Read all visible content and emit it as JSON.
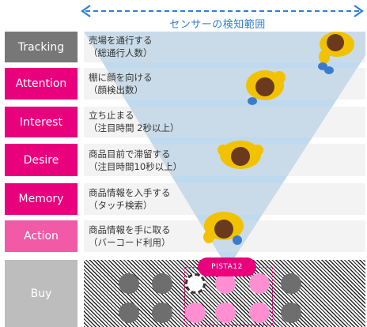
{
  "sensor_range": {
    "label": "センサーの検知範囲"
  },
  "stages": [
    {
      "key": "tracking",
      "label": "Tracking",
      "color": "#777777",
      "line1": "売場を通行する",
      "line2": "（総通行人数）"
    },
    {
      "key": "attention",
      "label": "Attention",
      "color": "#e8007d",
      "line1": "棚に顔を向ける",
      "line2": "（顔検出数）"
    },
    {
      "key": "interest",
      "label": "Interest",
      "color": "#e8007d",
      "line1": "立ち止まる",
      "line2": "（注目時間 2秒以上）"
    },
    {
      "key": "desire",
      "label": "Desire",
      "color": "#e8007d",
      "line1": "商品目前で滞留する",
      "line2": "（注目時間10秒以上）"
    },
    {
      "key": "memory",
      "label": "Memory",
      "color": "#e8007d",
      "line1": "商品情報を入手する",
      "line2": "（タッチ検索）"
    },
    {
      "key": "action",
      "label": "Action",
      "color": "#f25aa8",
      "line1": "商品情報を手に取る",
      "line2": "（バーコード利用）"
    },
    {
      "key": "buy",
      "label": "Buy",
      "color": "#bdbdbd"
    }
  ],
  "shelf": {
    "device_label": "PISTA12"
  },
  "colors": {
    "accent": "#e8007d",
    "sensor_blue": "#2e7fd1",
    "cone": "#bcd9ee",
    "person_shirt": "#f2c200",
    "person_hair": "#6b3a1e"
  }
}
